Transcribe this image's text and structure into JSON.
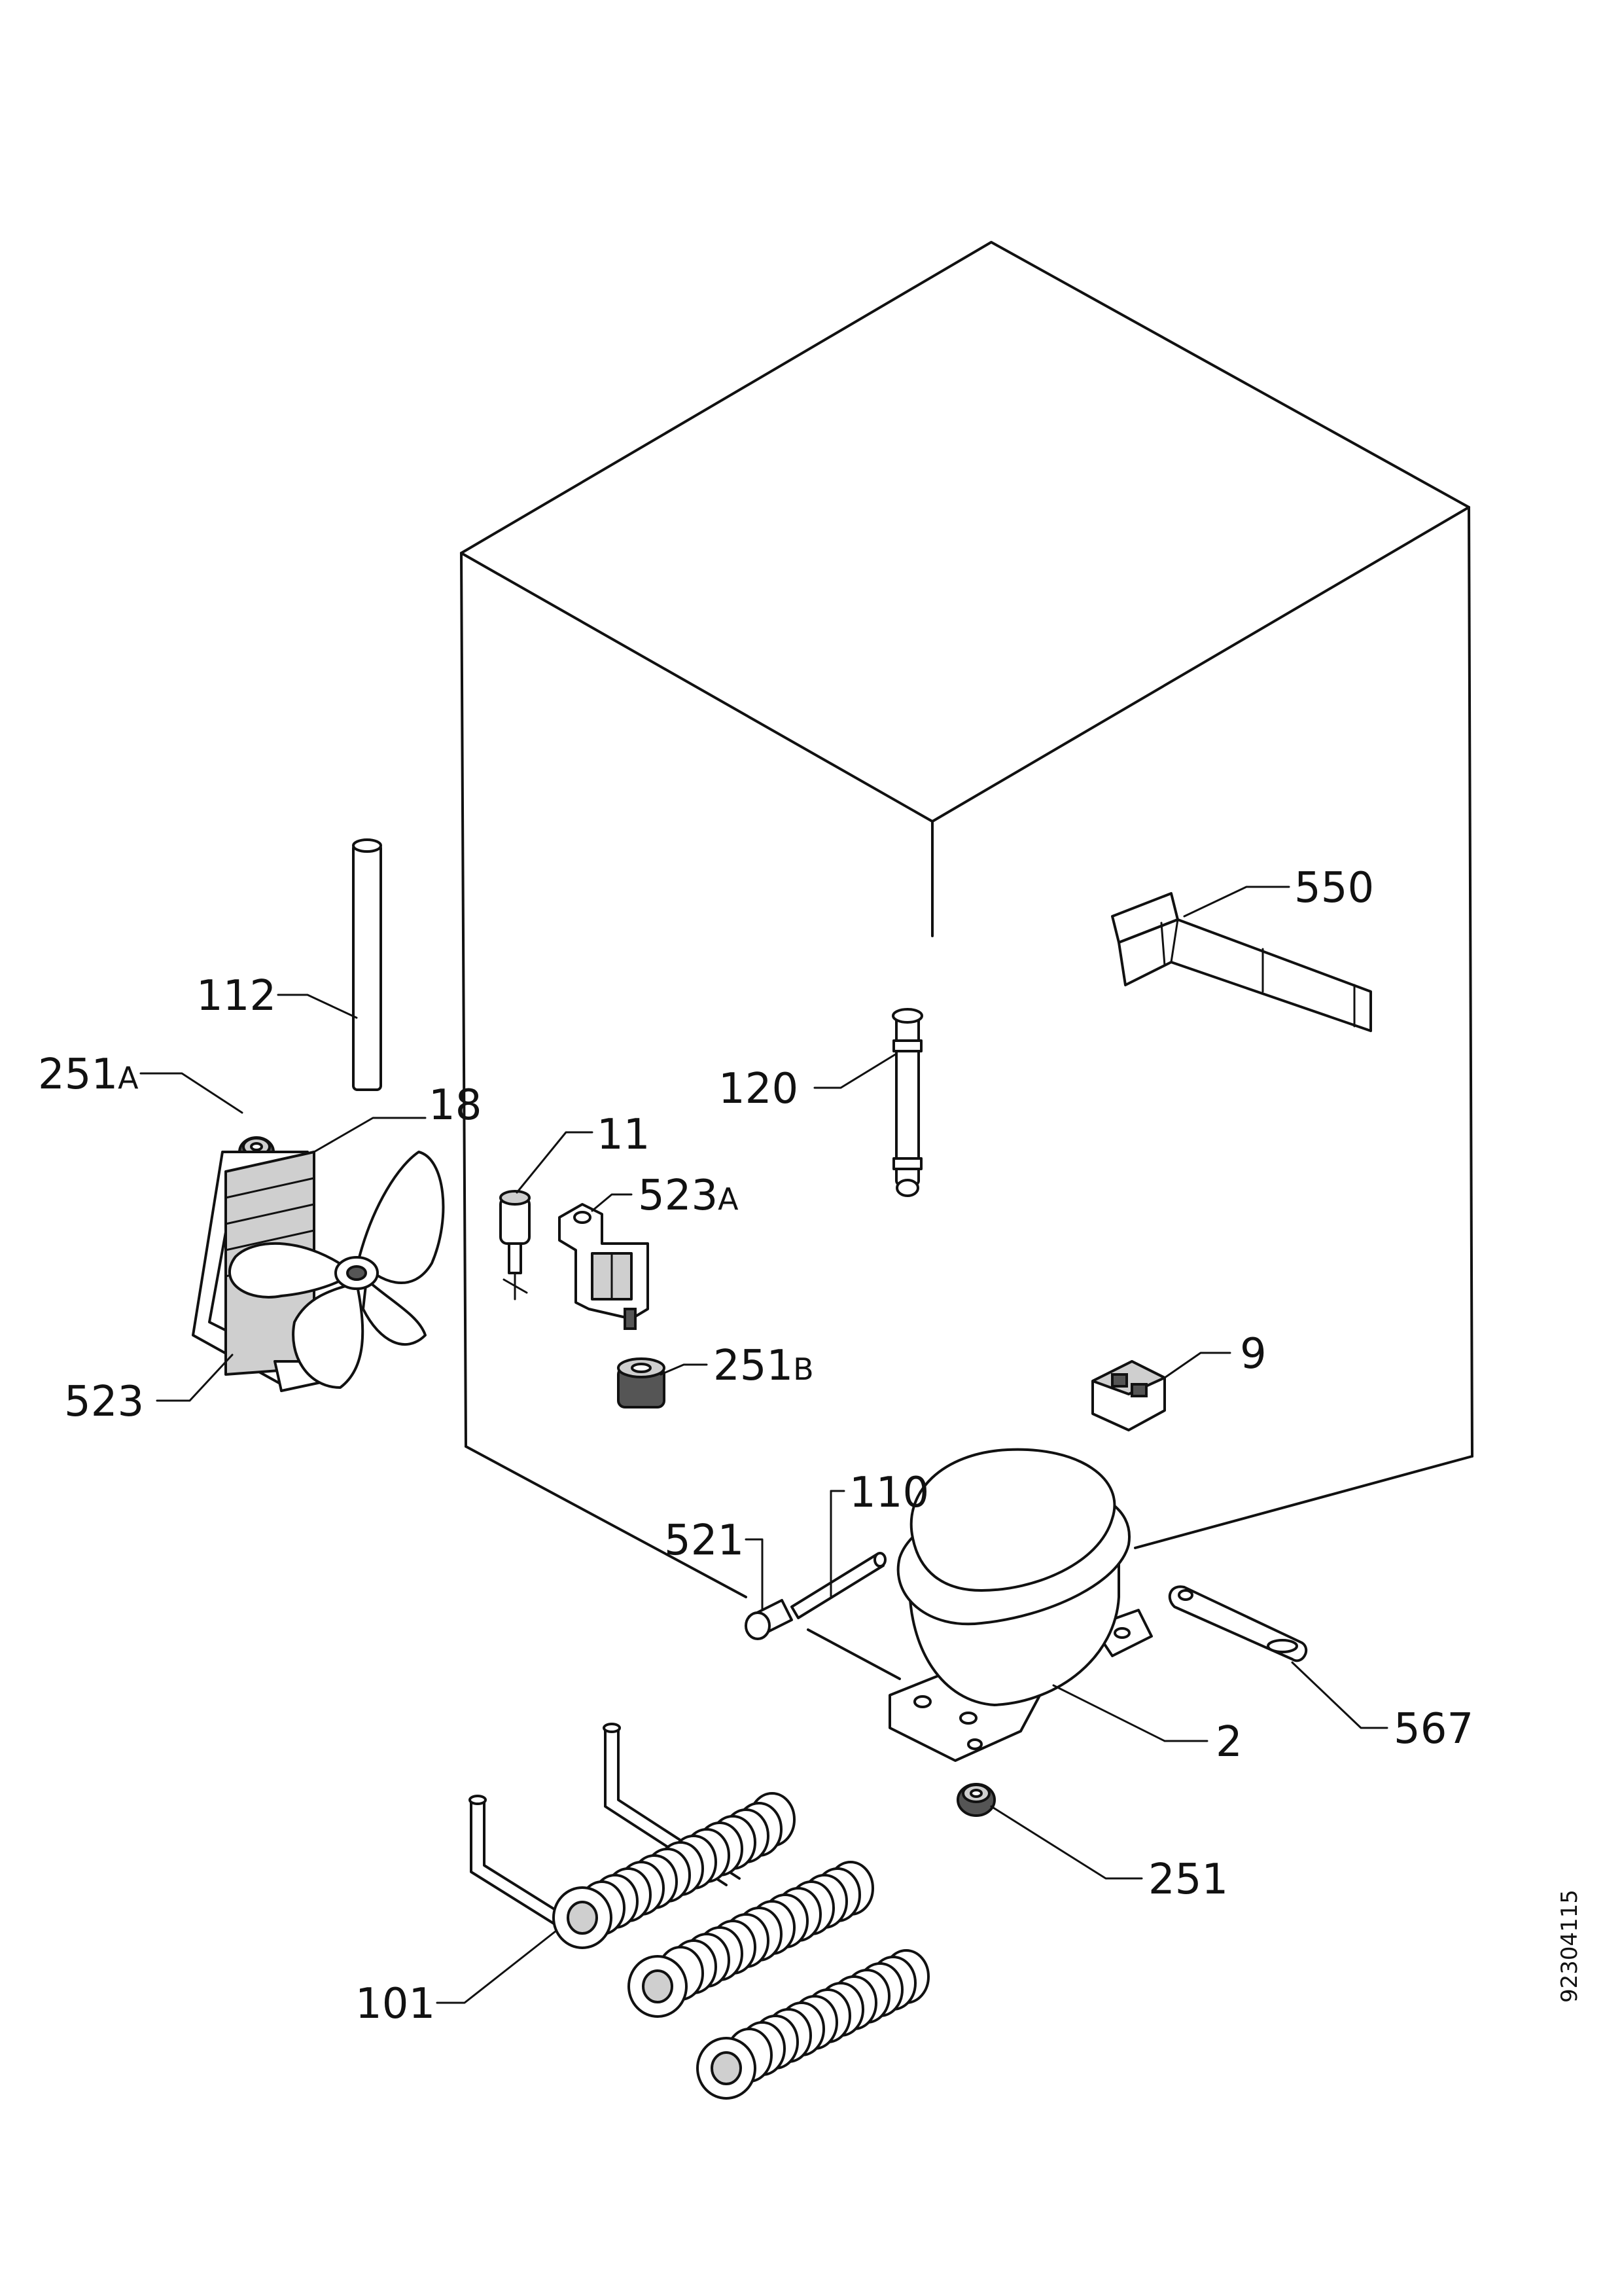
{
  "diagram": {
    "drawing_code": "92304115",
    "parts": [
      {
        "id": "p550",
        "number": "550",
        "suffix": ""
      },
      {
        "id": "p112",
        "number": "112",
        "suffix": ""
      },
      {
        "id": "p120",
        "number": "120",
        "suffix": ""
      },
      {
        "id": "p251a",
        "number": "251",
        "suffix": "A"
      },
      {
        "id": "p18",
        "number": "18",
        "suffix": ""
      },
      {
        "id": "p11",
        "number": "11",
        "suffix": ""
      },
      {
        "id": "p523a",
        "number": "523",
        "suffix": "A"
      },
      {
        "id": "p9",
        "number": "9",
        "suffix": ""
      },
      {
        "id": "p251b",
        "number": "251",
        "suffix": "B"
      },
      {
        "id": "p523",
        "number": "523",
        "suffix": ""
      },
      {
        "id": "p110",
        "number": "110",
        "suffix": ""
      },
      {
        "id": "p521",
        "number": "521",
        "suffix": ""
      },
      {
        "id": "p2",
        "number": "2",
        "suffix": ""
      },
      {
        "id": "p567",
        "number": "567",
        "suffix": ""
      },
      {
        "id": "p251",
        "number": "251",
        "suffix": ""
      },
      {
        "id": "p101",
        "number": "101",
        "suffix": ""
      }
    ]
  }
}
